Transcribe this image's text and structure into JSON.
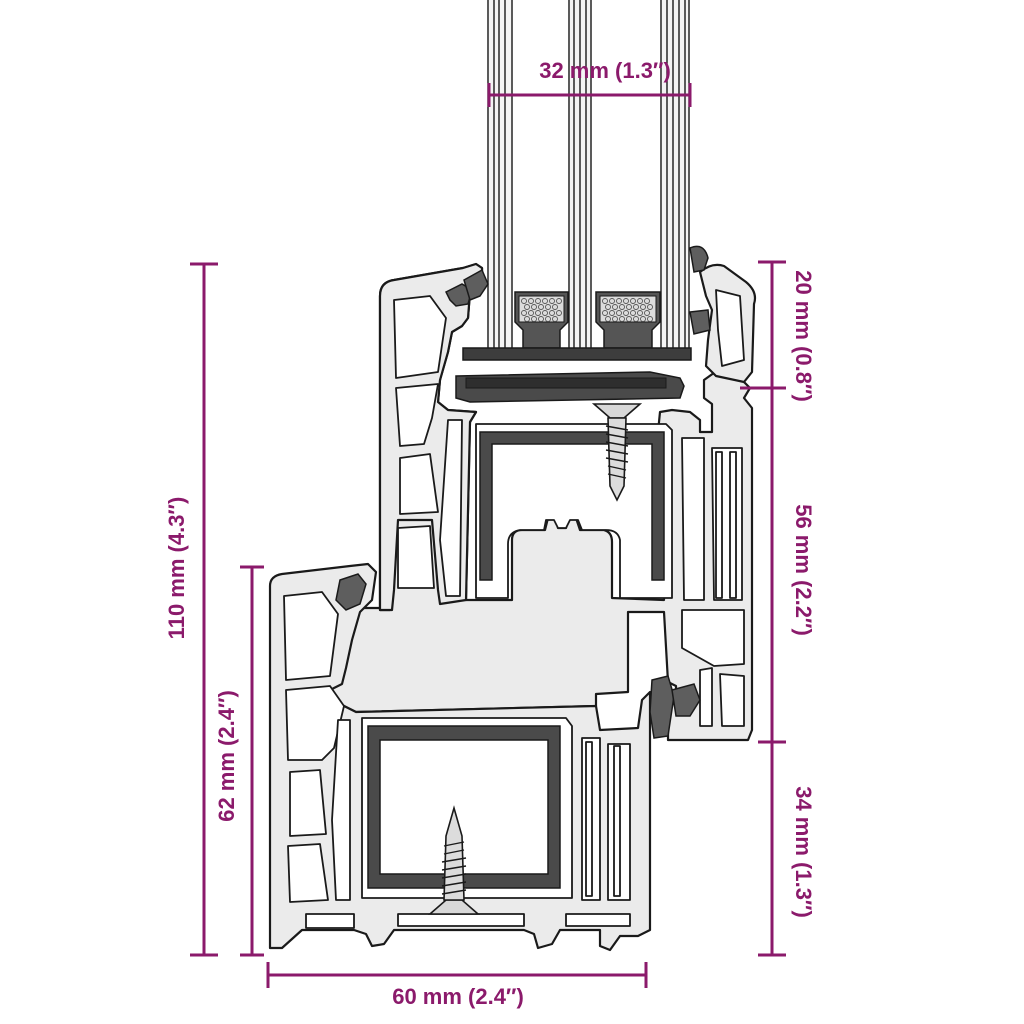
{
  "colors": {
    "dimension": "#8b1a6b",
    "profile_fill": "#ebebeb",
    "outline": "#1a1a1a",
    "steel": "#4a4a4a"
  },
  "dimensions": {
    "glass_width": "32 mm (1.3″)",
    "total_height": "110 mm (4.3″)",
    "frame_height": "62 mm (2.4″)",
    "frame_depth": "60 mm (2.4″)",
    "right_top": "20 mm (0.8″)",
    "right_middle": "56 mm (2.2″)",
    "right_bottom": "34 mm (1.3″)"
  }
}
